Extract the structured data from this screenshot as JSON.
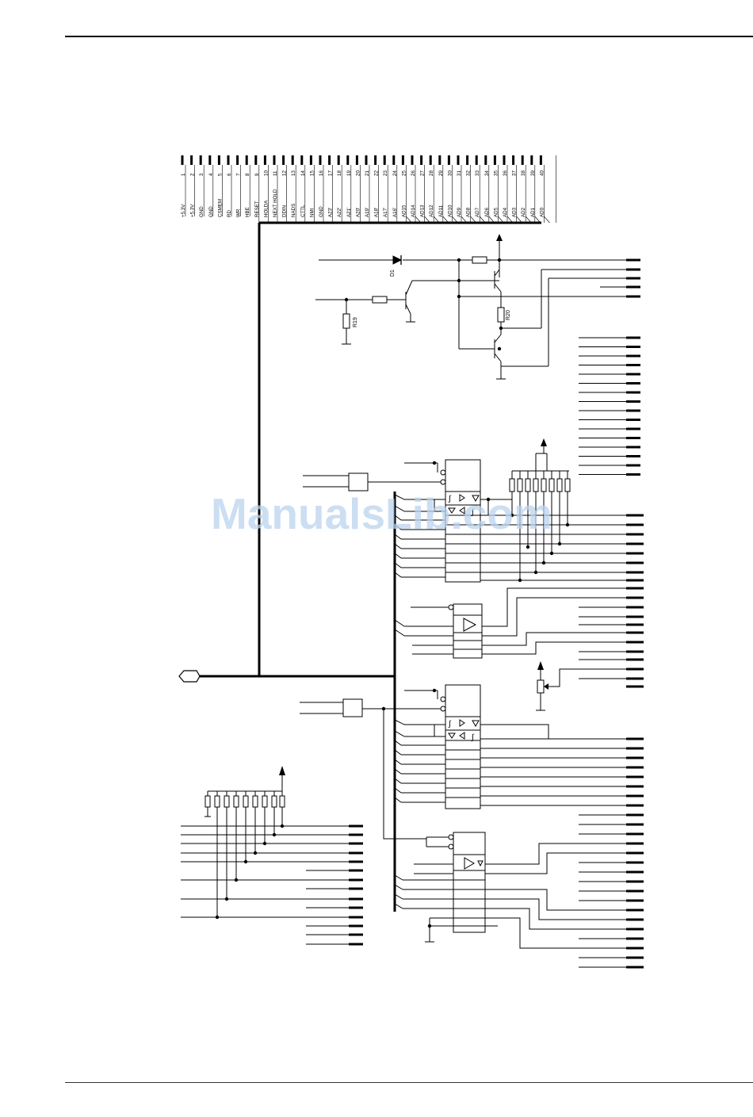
{
  "connector": {
    "pins": [
      {
        "num": "1",
        "sig": "+5.3V"
      },
      {
        "num": "2",
        "sig": "+5.3V"
      },
      {
        "num": "3",
        "sig": "GND"
      },
      {
        "num": "4",
        "sig": "GND"
      },
      {
        "num": "5",
        "sig": "CSMEM"
      },
      {
        "num": "6",
        "sig": "RD"
      },
      {
        "num": "7",
        "sig": "WR"
      },
      {
        "num": "8",
        "sig": "HBE"
      },
      {
        "num": "9",
        "sig": "RESET"
      },
      {
        "num": "10",
        "sig": "HOLDA"
      },
      {
        "num": "11",
        "sig": "NEXT HOLD"
      },
      {
        "num": "12",
        "sig": "DDIN"
      },
      {
        "num": "13",
        "sig": "NADS"
      },
      {
        "num": "14",
        "sig": "CTTL"
      },
      {
        "num": "15",
        "sig": "NMI"
      },
      {
        "num": "16",
        "sig": "GND"
      },
      {
        "num": "17",
        "sig": "A23'"
      },
      {
        "num": "18",
        "sig": "A22'"
      },
      {
        "num": "19",
        "sig": "A21'"
      },
      {
        "num": "20",
        "sig": "A20'"
      },
      {
        "num": "21",
        "sig": "A19'"
      },
      {
        "num": "22",
        "sig": "A18'"
      },
      {
        "num": "23",
        "sig": "A17'"
      },
      {
        "num": "24",
        "sig": "A16'"
      },
      {
        "num": "25",
        "sig": "AD15"
      },
      {
        "num": "26",
        "sig": "AD14"
      },
      {
        "num": "27",
        "sig": "AD13"
      },
      {
        "num": "28",
        "sig": "AD12"
      },
      {
        "num": "29",
        "sig": "AD11"
      },
      {
        "num": "30",
        "sig": "AD10"
      },
      {
        "num": "31",
        "sig": "AD9"
      },
      {
        "num": "32",
        "sig": "AD8"
      },
      {
        "num": "33",
        "sig": "AD7"
      },
      {
        "num": "34",
        "sig": "AD6"
      },
      {
        "num": "35",
        "sig": "AD5"
      },
      {
        "num": "36",
        "sig": "AD4"
      },
      {
        "num": "37",
        "sig": "AD3"
      },
      {
        "num": "38",
        "sig": "AD2"
      },
      {
        "num": "39",
        "sig": "AD1"
      },
      {
        "num": "40",
        "sig": "AD0"
      }
    ]
  },
  "components": {
    "diode": "D1",
    "resistor_19": "R19",
    "resistor_20": "R20"
  },
  "watermark": "ManualsLib.com",
  "colors": {
    "ink": "#000000",
    "watermark": "#bcd3ee"
  }
}
